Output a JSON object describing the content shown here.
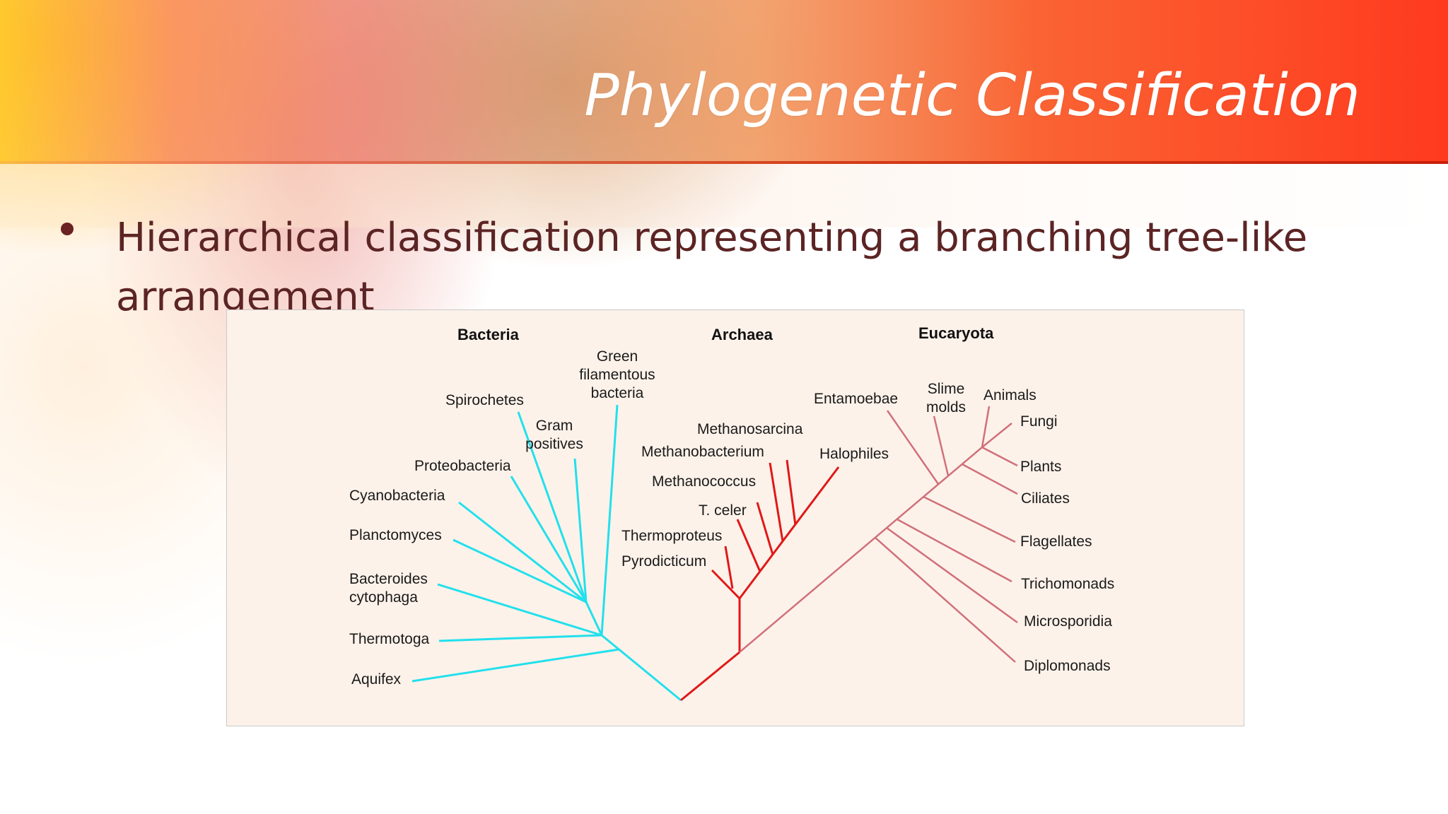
{
  "slide": {
    "title": "Phylogenetic Classification",
    "bullet": "Hierarchical classification representing a branching tree-like arrangement"
  },
  "colors": {
    "bacteria": "#22e0ec",
    "archaea": "#e01818",
    "eucaryota": "#d0707a",
    "title_text": "#ffffff",
    "bullet_text": "#5c2424",
    "header_accent": "#ff3a1e"
  },
  "tree": {
    "domains": {
      "bacteria": "Bacteria",
      "archaea": "Archaea",
      "eucaryota": "Eucaryota"
    },
    "bacteria": {
      "aquifex": "Aquifex",
      "thermotoga": "Thermotoga",
      "bacteroides_1": "Bacteroides",
      "bacteroides_2": "cytophaga",
      "planctomyces": "Planctomyces",
      "cyanobacteria": "Cyanobacteria",
      "proteobacteria": "Proteobacteria",
      "spirochetes": "Spirochetes",
      "gram_1": "Gram",
      "gram_2": "positives",
      "green_1": "Green",
      "green_2": "filamentous",
      "green_3": "bacteria"
    },
    "archaea": {
      "pyrodicticum": "Pyrodicticum",
      "thermoproteus": "Thermoproteus",
      "tceler": "T. celer",
      "methanococcus": "Methanococcus",
      "methanobacterium": "Methanobacterium",
      "methanosarcina": "Methanosarcina",
      "halophiles": "Halophiles"
    },
    "eucaryota": {
      "entamoebae": "Entamoebae",
      "slime_1": "Slime",
      "slime_2": "molds",
      "animals": "Animals",
      "fungi": "Fungi",
      "plants": "Plants",
      "ciliates": "Ciliates",
      "flagellates": "Flagellates",
      "trichomonads": "Trichomonads",
      "microsporidia": "Microsporidia",
      "diplomonads": "Diplomonads"
    }
  }
}
